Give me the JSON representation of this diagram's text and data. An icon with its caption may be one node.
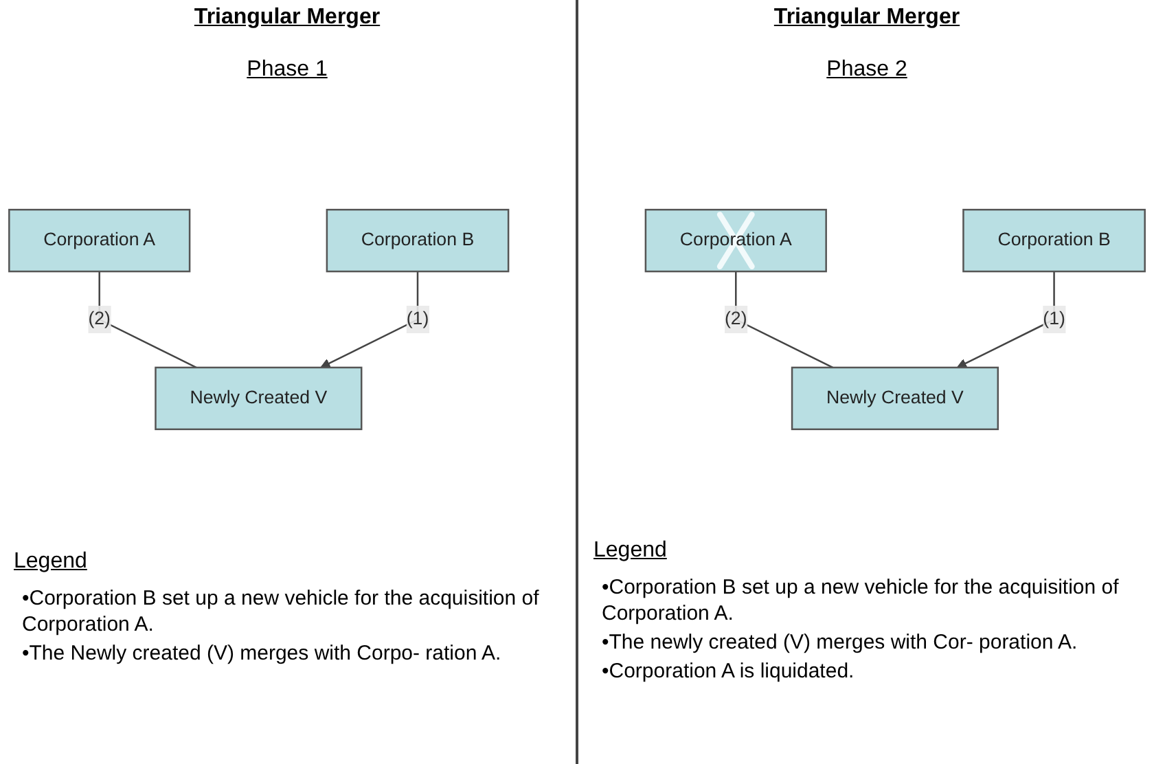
{
  "diagram": {
    "nodes": [
      {
        "text": [
          "Corporation A"
        ]
      },
      {
        "text": [
          "Corporation B"
        ]
      },
      {
        "text": [
          "Newly Created V"
        ]
      },
      {
        "text": [
          "Corporation A"
        ]
      },
      {
        "text": [
          "Corporation B"
        ]
      },
      {
        "text": [
          "Newly Created V"
        ]
      }
    ],
    "edges": [
      {
        "from": 0,
        "to": 2,
        "label": "(2)",
        "arrow": "none"
      },
      {
        "from": 1,
        "to": 2,
        "label": "(1)",
        "arrow": "to"
      },
      {
        "from": 3,
        "to": 5,
        "label": "(2)",
        "arrow": "none"
      },
      {
        "from": 4,
        "to": 5,
        "label": "(1)",
        "arrow": "to"
      }
    ],
    "labels": [
      "Triangular Merger",
      "Phase 1",
      "Triangular Merger",
      "Phase 2",
      "Legend",
      "•Corporation B set up a new vehicle for the acquisition of Corporation A.",
      "•The Newly created (V) merges with Corpo- ration A.",
      "Legend",
      "•Corporation B set up a new vehicle for the acquisition of Corporation A.",
      "•The newly created (V) merges with Cor- poration A.",
      "•Corporation A is liquidated."
    ]
  }
}
